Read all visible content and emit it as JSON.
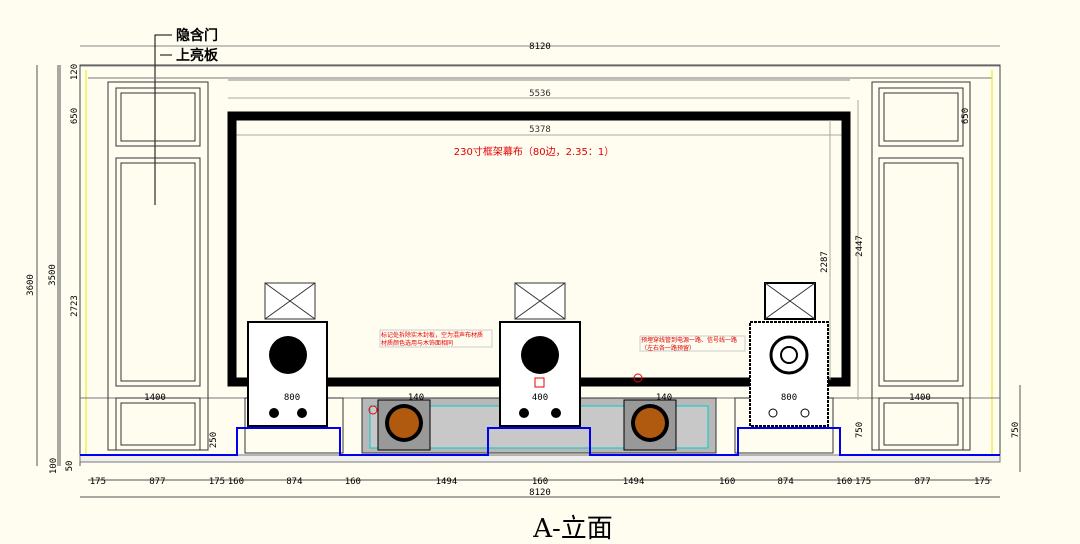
{
  "callouts": {
    "hidden_door": "隐含门",
    "upper_panel": "上亮板"
  },
  "dims_top": {
    "overall": "8120",
    "inner": "5536",
    "screen": "5378"
  },
  "screen_label": "230寸框架幕布（80边，2.35：1）",
  "notes": {
    "left": [
      "标记处拆除实木封板，空为混声布材质",
      "材质颜色选用与木饰面相同"
    ],
    "right": [
      "预埋穿线管到电源一路、信号线一路",
      "（左右各一路预留）"
    ]
  },
  "dims_left": {
    "total": "3600",
    "sub": "3500",
    "top": "120",
    "panel_top": "650",
    "panel_mid": "2723",
    "cab": "250",
    "base1": "100",
    "base2": "50"
  },
  "dims_right": {
    "top_panel": "650",
    "screen_h1": "2287",
    "screen_h2": "2447",
    "cab": "750",
    "outer": "750"
  },
  "cabinet_dims": {
    "left_door": "1400",
    "left_spk": "800",
    "center": "400",
    "center_sub": "140",
    "center_sub2": "140",
    "right_spk": "800",
    "right_door": "1400"
  },
  "dims_bottom": [
    "175",
    "877",
    "175",
    "160",
    "874",
    "160",
    "1494",
    "160",
    "1494",
    "160",
    "874",
    "160",
    "175",
    "877",
    "175"
  ],
  "dims_bottom_total": "8120",
  "drawing_title": "A-立面"
}
